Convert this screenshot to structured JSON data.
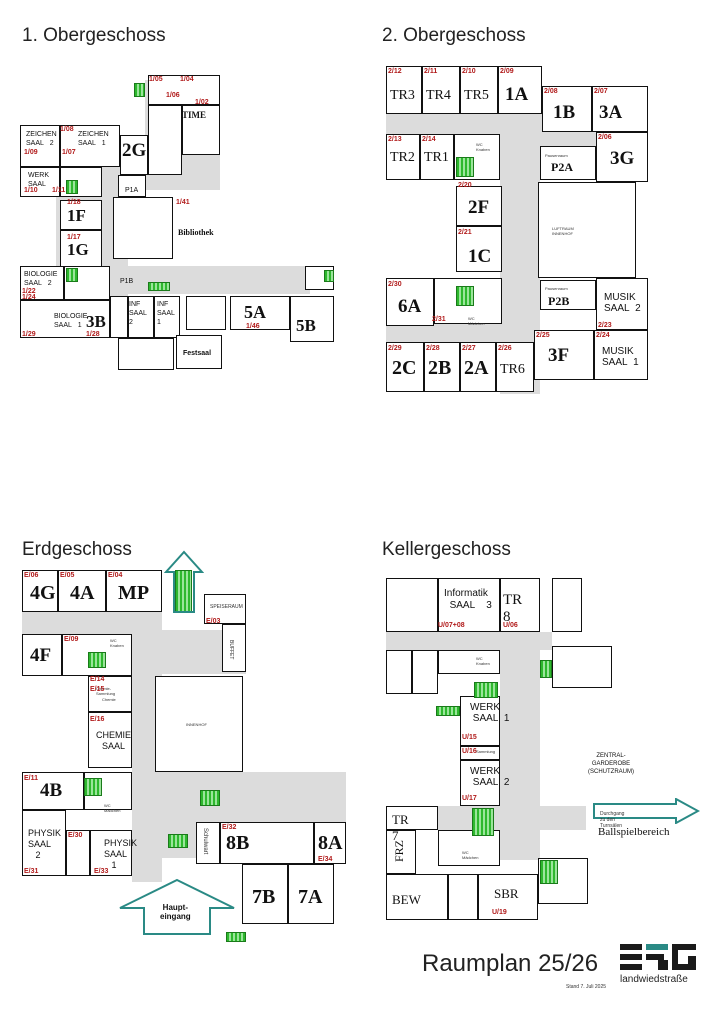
{
  "floors": {
    "og1": {
      "title": "1. Obergeschoss",
      "rooms": {
        "r2g": "2G",
        "r1f": "1F",
        "r1g": "1G",
        "r3b": "3B",
        "r5a": "5A",
        "r5b": "5B",
        "p1a": "P1A",
        "p1b": "P1B",
        "time": "TIME",
        "bibliothek": "Bibliothek",
        "festsaal": "Festsaal",
        "zeichen_saal_2_a": "ZEICHEN",
        "zeichen_saal_2_b": "SAAL",
        "zeichen_saal_2_c": "2",
        "zeichen_saal_1_a": "ZEICHEN",
        "zeichen_saal_1_b": "SAAL",
        "zeichen_saal_1_c": "1",
        "werk_saal_a": "WERK",
        "werk_saal_b": "SAAL",
        "bio2_a": "BIOLOGIE",
        "bio2_b": "SAAL",
        "bio2_c": "2",
        "bio1_a": "BIOLOGIE",
        "bio1_b": "SAAL",
        "bio1_c": "1",
        "inf2_a": "INF",
        "inf2_b": "SAAL",
        "inf2_c": "2",
        "inf1_a": "INF",
        "inf1_b": "SAAL",
        "inf1_c": "1"
      },
      "numbers": {
        "n1_05": "1/05",
        "n1_04": "1/04",
        "n1_06": "1/06",
        "n1_07": "1/07",
        "n1_02": "1/02",
        "n1_08": "1/08",
        "n1_09": "1/09",
        "n1_10": "1/10",
        "n1_11": "1/11",
        "n1_18": "1/18",
        "n1_17": "1/17",
        "n1_22": "1/22",
        "n1_24": "1/24",
        "n1_29": "1/29",
        "n1_28": "1/28",
        "n1_41": "1/41",
        "n1_46": "1/46"
      }
    },
    "og2": {
      "title": "2. Obergeschoss",
      "rooms": {
        "tr3": "TR3",
        "tr4": "TR4",
        "tr5": "TR5",
        "r1a": "1A",
        "r1b": "1B",
        "r3a": "3A",
        "tr2": "TR2",
        "tr1": "TR1",
        "p2a": "P2A",
        "r3g": "3G",
        "r2f": "2F",
        "r1c": "1C",
        "r6a": "6A",
        "p2b": "P2B",
        "musik2_a": "MUSIK",
        "musik2_b": "SAAL",
        "musik2_c": "2",
        "r3f": "3F",
        "musik1_a": "MUSIK",
        "musik1_b": "SAAL",
        "musik1_c": "1",
        "r2c": "2C",
        "r2b": "2B",
        "r2a": "2A",
        "tr6": "TR6",
        "wc_knaben": "WC Knaben",
        "wc_maedchen": "WC Mädchen",
        "luftraum": "LUFTRAUM INNENHOF",
        "pausenraum": "Pausenraum"
      },
      "numbers": {
        "n2_12": "2/12",
        "n2_11": "2/11",
        "n2_10": "2/10",
        "n2_09": "2/09",
        "n2_08": "2/08",
        "n2_07": "2/07",
        "n2_13": "2/13",
        "n2_14": "2/14",
        "n2_06": "2/06",
        "n2_20": "2/20",
        "n2_21": "2/21",
        "n2_30": "2/30",
        "n2_31": "2/31",
        "n2_23": "2/23",
        "n2_25": "2/25",
        "n2_24": "2/24",
        "n2_29": "2/29",
        "n2_28": "2/28",
        "n2_27": "2/27",
        "n2_26": "2/26"
      }
    },
    "eg": {
      "title": "Erdgeschoss",
      "rooms": {
        "r4g": "4G",
        "r4a": "4A",
        "mp": "MP",
        "speiseraum": "SPEISERAUM",
        "buffet": "BUFFET",
        "r4f": "4F",
        "chemie_a": "CHEMIE",
        "chemie_b": "SAAL",
        "chemie": "Chemie",
        "r4b": "4B",
        "physik2_a": "PHYSIK",
        "physik2_b": "SAAL",
        "physik2_c": "2",
        "physik1_a": "PHYSIK",
        "physik1_b": "SAAL",
        "physik1_c": "1",
        "r8b": "8B",
        "r8a": "8A",
        "r7b": "7B",
        "r7a": "7A",
        "schulwart": "Schulwart",
        "haupteingang_a": "Haupt-",
        "haupteingang_b": "eingang",
        "innenhof": "INNENHOF",
        "wc_knaben": "WC Knaben",
        "wc_maedchen": "WC Mädchen",
        "sammlung": "Chemie-Sammlung"
      },
      "numbers": {
        "ne06": "E/06",
        "ne05": "E/05",
        "ne04": "E/04",
        "ne03": "E/03",
        "ne09": "E/09",
        "ne14": "E/14",
        "ne15": "E/15",
        "ne16": "E/16",
        "ne11": "E/11",
        "ne31": "E/31",
        "ne30": "E/30",
        "ne33": "E/33",
        "ne32": "E/32",
        "ne34": "E/34"
      }
    },
    "kg": {
      "title": "Kellergeschoss",
      "rooms": {
        "informatik_a": "Informatik",
        "informatik_b": "SAAL",
        "informatik_c": "3",
        "tr8": "TR 8",
        "werk1_a": "WERK",
        "werk1_b": "SAAL",
        "werk1_c": "1",
        "werk2_a": "WERK",
        "werk2_b": "SAAL",
        "werk2_c": "2",
        "tr7": "TR 7",
        "frz": "FRZ",
        "bew": "BEW",
        "sbr": "SBR",
        "ballspiel": "Ballspielbereich",
        "durchgang": "Durchgang zu den Turnsälen",
        "zentral_a": "ZENTRAL-",
        "zentral_b": "GARDEROBE",
        "zentral_c": "(SCHUTZRAUM)",
        "wc_knaben": "WC Knaben",
        "wc_maedchen": "WC Mädchen",
        "sammlung": "Sammlung"
      },
      "numbers": {
        "nu07": "U/07+08",
        "nu06": "U/06",
        "nu15": "U/15",
        "nu16": "U/16",
        "nu17": "U/17",
        "nu19": "U/19"
      }
    }
  },
  "footer": {
    "raumplan": "Raumplan 25/26",
    "stand": "Stand 7. Juli 2025",
    "logo_sub": "landwiedstraße",
    "logo_letters": "BRG"
  },
  "colors": {
    "room_number": "#b11a1a",
    "stairs": "#2eb82e",
    "corridor": "#dcdcdc",
    "arrow": "#2a8a85"
  }
}
